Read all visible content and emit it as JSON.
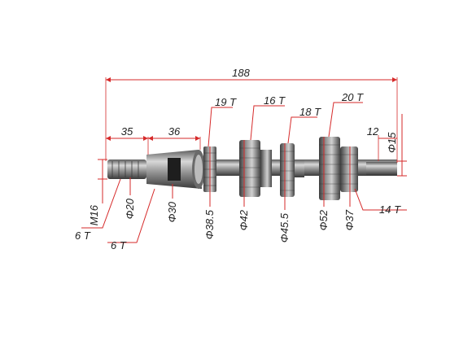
{
  "dimensions": {
    "overall_length": "188",
    "seg_35": "35",
    "seg_36": "36",
    "seg_12": "12",
    "thread": "M16",
    "d20": "Φ20",
    "d30": "Φ30",
    "d38_5": "Φ38.5",
    "d42": "Φ42",
    "d45_5": "Φ45.5",
    "d52": "Φ52",
    "d37": "Φ37",
    "d15": "Φ15"
  },
  "teeth": {
    "t19": "19 T",
    "t16": "16 T",
    "t18": "18 T",
    "t20": "20 T",
    "t14": "14 T",
    "t6a": "6 T",
    "t6b": "6 T"
  },
  "colors": {
    "dimension_line": "#d62a2a",
    "metal_dark": "#4a4a4a",
    "metal_light": "#c8c8c8"
  }
}
